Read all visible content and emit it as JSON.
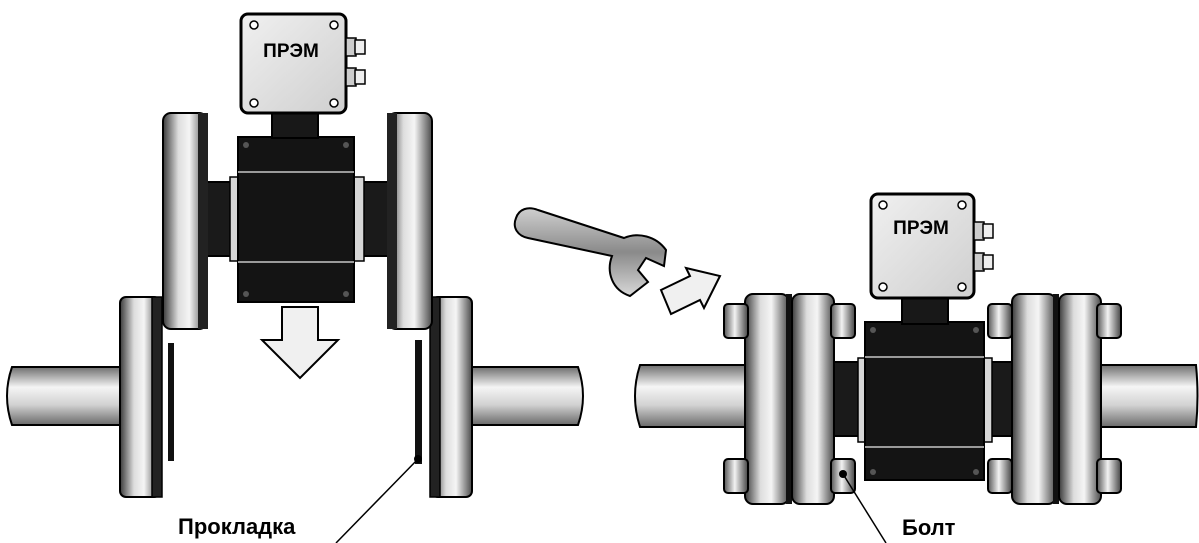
{
  "device_label_left": "ПРЭМ",
  "device_label_right": "ПРЭМ",
  "gasket_label": "Прокладка",
  "bolt_label": "Болт",
  "colors": {
    "outline": "#000000",
    "body": "#111111",
    "box": "#e2e2e2",
    "pipe_light": "#f2f2f2",
    "pipe_dark": "#7a7a7a",
    "arrow_fill": "#eeeeee"
  }
}
